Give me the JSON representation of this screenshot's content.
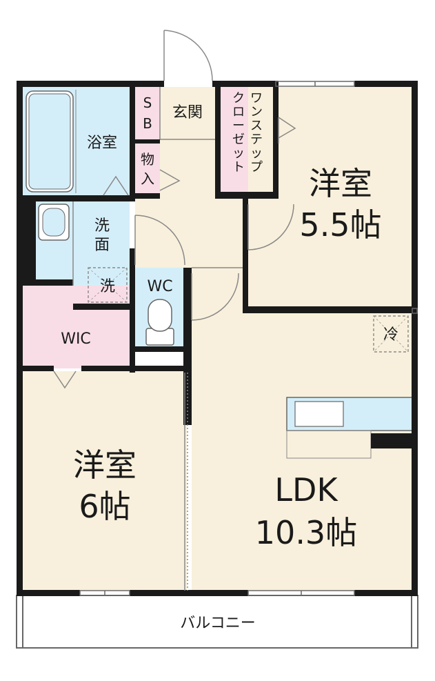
{
  "plan": {
    "colors": {
      "wall": "#1a1a1a",
      "floor_room": "#f8f0dc",
      "floor_wet": "#d4eef9",
      "floor_storage": "#f9dde6",
      "line": "#888888"
    },
    "rooms": {
      "bath": "浴室",
      "sb": [
        "S",
        "B"
      ],
      "entrance": "玄関",
      "storage": [
        "物",
        "入"
      ],
      "closet": [
        "ワ",
        "ン",
        "ス",
        "テ",
        "ッ",
        "プ"
      ],
      "closet2": [
        "ク",
        "ロ",
        "ー",
        "ゼ",
        "ッ",
        "ト"
      ],
      "western1_name": "洋室",
      "western1_size": "5.5帖",
      "washroom": [
        "洗",
        "面"
      ],
      "washer": "洗",
      "wc": "WC",
      "wic": "WIC",
      "fridge": "冷",
      "western2_name": "洋室",
      "western2_size": "6帖",
      "ldk_name": "LDK",
      "ldk_size": "10.3帖",
      "balcony": "バルコニー"
    }
  }
}
